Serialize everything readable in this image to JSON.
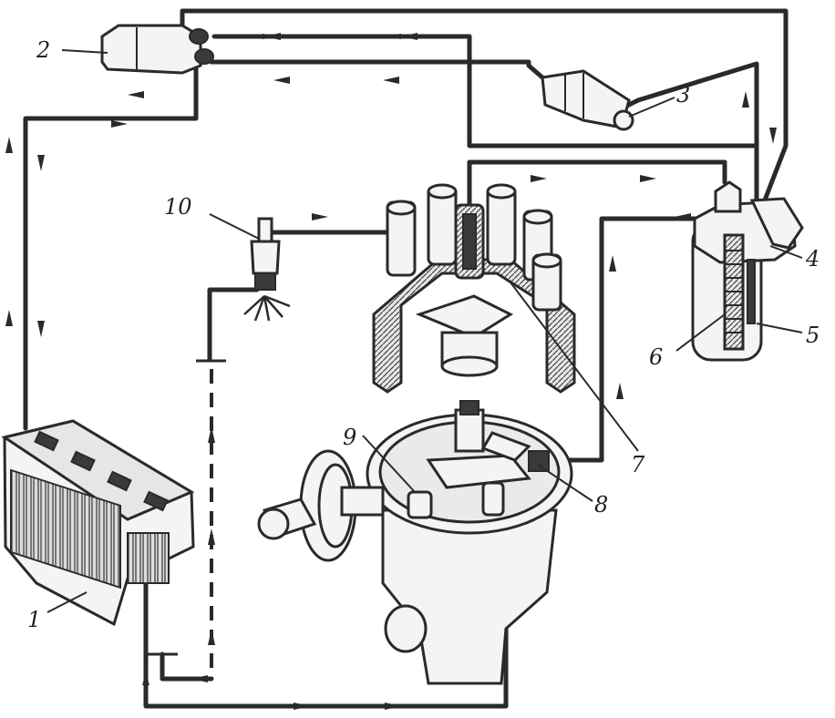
{
  "diagram": {
    "labels": [
      {
        "id": "battery",
        "text": "1"
      },
      {
        "id": "ignition-switch",
        "text": "2"
      },
      {
        "id": "resistor",
        "text": "3"
      },
      {
        "id": "coil-terminal",
        "text": "4"
      },
      {
        "id": "coil-core",
        "text": "5"
      },
      {
        "id": "ignition-coil",
        "text": "6"
      },
      {
        "id": "distributor-cap",
        "text": "7"
      },
      {
        "id": "breaker-points",
        "text": "8"
      },
      {
        "id": "capacitor",
        "text": "9"
      },
      {
        "id": "spark-plug",
        "text": "10"
      }
    ]
  },
  "colors": {
    "ink": "#2a2a2a",
    "paper": "#ffffff"
  }
}
